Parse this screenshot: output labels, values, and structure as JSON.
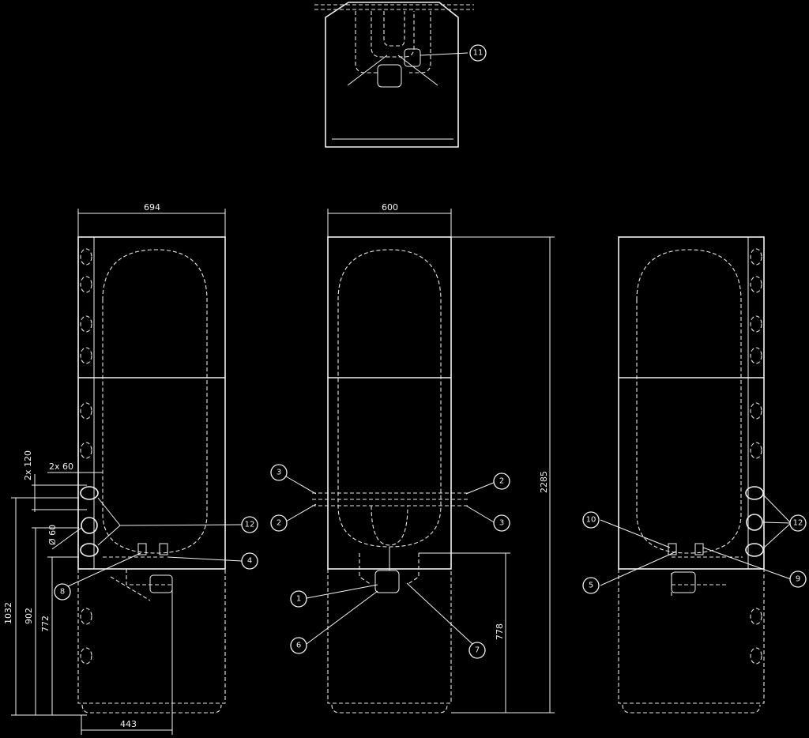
{
  "dimensions": {
    "left_width": "694",
    "front_width": "600",
    "total_height": "2285",
    "connection_height": "778",
    "h1032": "1032",
    "h902": "902",
    "h772": "772",
    "spacing_2x120": "2x 120",
    "spacing_2x60": "2x 60",
    "hole_diameter": "Ø 60",
    "offset_443": "443"
  },
  "callouts": {
    "c1": "1",
    "c2": "2",
    "c3": "3",
    "c4": "4",
    "c5": "5",
    "c6": "6",
    "c7": "7",
    "c8": "8",
    "c9": "9",
    "c10": "10",
    "c11": "11",
    "c12": "12"
  }
}
